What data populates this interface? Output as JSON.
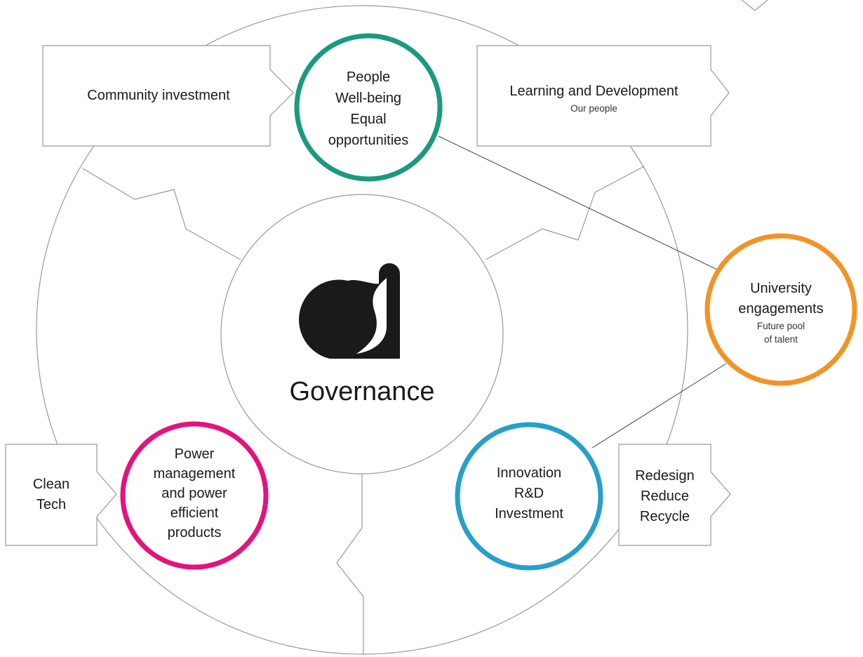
{
  "colors": {
    "people": "#1a9a80",
    "university": "#f39325",
    "innovation": "#26a0c8",
    "power": "#e5127e",
    "line": "#999999",
    "logo": "#1a1a1a"
  },
  "governance": {
    "label": "Governance",
    "icon": "company-logo-icon"
  },
  "people": {
    "line1": "People",
    "line2": "Well-being",
    "line3": "Equal",
    "line4": "opportunities"
  },
  "community": {
    "label": "Community investment"
  },
  "learning": {
    "title": "Learning and Development",
    "subtitle": "Our people"
  },
  "university": {
    "line1": "University",
    "line2": "engagements",
    "line3": "Future pool",
    "line4": "of talent"
  },
  "clean_tech": {
    "line1": "Clean",
    "line2": "Tech"
  },
  "power": {
    "line1": "Power",
    "line2": "management",
    "line3": "and power",
    "line4": "efficient",
    "line5": "products"
  },
  "innovation": {
    "line1": "Innovation",
    "line2": "R&D",
    "line3": "Investment"
  },
  "redesign": {
    "line1": "Redesign",
    "line2": "Reduce",
    "line3": "Recycle"
  }
}
